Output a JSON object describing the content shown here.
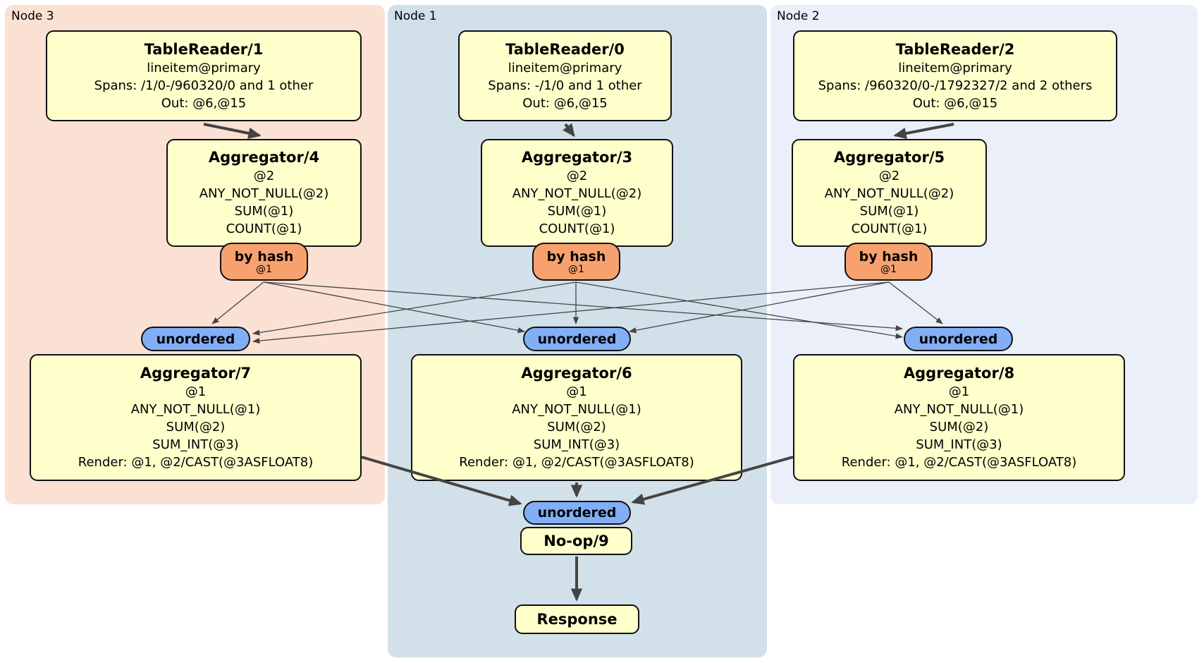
{
  "regions": [
    {
      "label": "Node 3"
    },
    {
      "label": "Node 1"
    },
    {
      "label": "Node 2"
    }
  ],
  "processors": {
    "tr1": {
      "title": "TableReader/1",
      "lines": [
        "lineitem@primary",
        "Spans: /1/0-/960320/0 and 1 other",
        "Out: @6,@15"
      ]
    },
    "tr0": {
      "title": "TableReader/0",
      "lines": [
        "lineitem@primary",
        "Spans: -/1/0 and 1 other",
        "Out: @6,@15"
      ]
    },
    "tr2": {
      "title": "TableReader/2",
      "lines": [
        "lineitem@primary",
        "Spans: /960320/0-/1792327/2 and 2 others",
        "Out: @6,@15"
      ]
    },
    "agg4": {
      "title": "Aggregator/4",
      "lines": [
        "@2",
        "ANY_NOT_NULL(@2)",
        "SUM(@1)",
        "COUNT(@1)"
      ]
    },
    "agg3": {
      "title": "Aggregator/3",
      "lines": [
        "@2",
        "ANY_NOT_NULL(@2)",
        "SUM(@1)",
        "COUNT(@1)"
      ]
    },
    "agg5": {
      "title": "Aggregator/5",
      "lines": [
        "@2",
        "ANY_NOT_NULL(@2)",
        "SUM(@1)",
        "COUNT(@1)"
      ]
    },
    "agg7": {
      "title": "Aggregator/7",
      "lines": [
        "@1",
        "ANY_NOT_NULL(@1)",
        "SUM(@2)",
        "SUM_INT(@3)",
        "Render: @1, @2/CAST(@3ASFLOAT8)"
      ]
    },
    "agg6": {
      "title": "Aggregator/6",
      "lines": [
        "@1",
        "ANY_NOT_NULL(@1)",
        "SUM(@2)",
        "SUM_INT(@3)",
        "Render: @1, @2/CAST(@3ASFLOAT8)"
      ]
    },
    "agg8": {
      "title": "Aggregator/8",
      "lines": [
        "@1",
        "ANY_NOT_NULL(@1)",
        "SUM(@2)",
        "SUM_INT(@3)",
        "Render: @1, @2/CAST(@3ASFLOAT8)"
      ]
    },
    "noop": {
      "title": "No-op/9"
    },
    "response": {
      "title": "Response"
    }
  },
  "routers": [
    {
      "label": "by hash",
      "sub": "@1"
    },
    {
      "label": "by hash",
      "sub": "@1"
    },
    {
      "label": "by hash",
      "sub": "@1"
    }
  ],
  "syncs": [
    {
      "label": "unordered"
    },
    {
      "label": "unordered"
    },
    {
      "label": "unordered"
    },
    {
      "label": "unordered"
    }
  ],
  "colors": {
    "node3_bg": "#fbe1d3",
    "node1_bg": "#d2e0e9",
    "node2_bg": "#eaeffa",
    "processor_fill": "#ffffcc",
    "router_fill": "#f7a26e",
    "sync_fill": "#82aef5",
    "edge": "#444444",
    "border": "#111111"
  }
}
